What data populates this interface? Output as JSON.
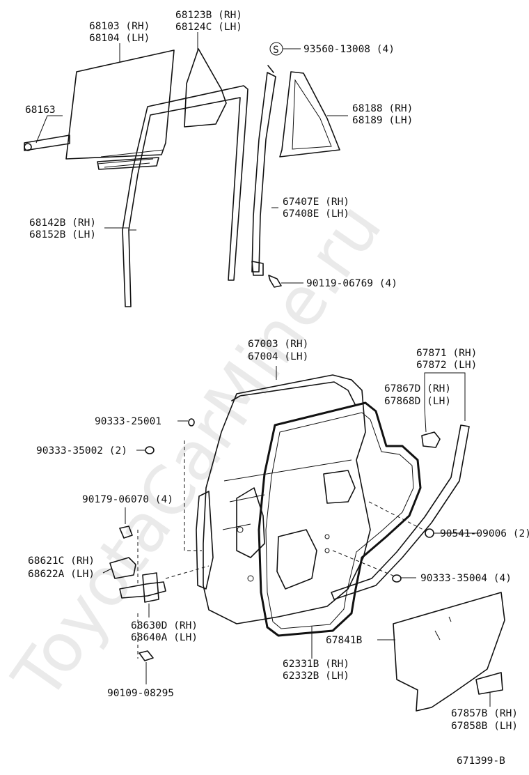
{
  "diagram": {
    "watermark": "ToyotaCarMine.ru",
    "figure_id": "671399-B",
    "labels": {
      "p68103": "68103 (RH)",
      "p68104": "68104 (LH)",
      "p68123b": "68123B (RH)",
      "p68124c": "68124C (LH)",
      "p93560": "93560-13008 (4)",
      "s_mark": "S",
      "p68163": "68163",
      "p68188": "68188 (RH)",
      "p68189": "68189 (LH)",
      "p67407e": "67407E (RH)",
      "p67408e": "67408E (LH)",
      "p68142b": "68142B (RH)",
      "p68152b": "68152B (LH)",
      "p90119": "90119-06769 (4)",
      "p67003": "67003 (RH)",
      "p67004": "67004 (LH)",
      "p67871": "67871 (RH)",
      "p67872": "67872 (LH)",
      "p67867d": "67867D (RH)",
      "p67868d": "67868D (LH)",
      "p90333_25001": "90333-25001",
      "p90333_35002": "90333-35002 (2)",
      "p90179": "90179-06070 (4)",
      "p90541": "90541-09006 (2)",
      "p68621c": "68621C (RH)",
      "p68622a": "68622A (LH)",
      "p90333_35004": "90333-35004 (4)",
      "p68630d": "68630D (RH)",
      "p68640a": "68640A (LH)",
      "p67841b": "67841B",
      "p62331b": "62331B (RH)",
      "p62332b": "62332B (LH)",
      "p90109": "90109-08295",
      "p67857b": "67857B (RH)",
      "p67858b": "67858B (LH)"
    }
  }
}
